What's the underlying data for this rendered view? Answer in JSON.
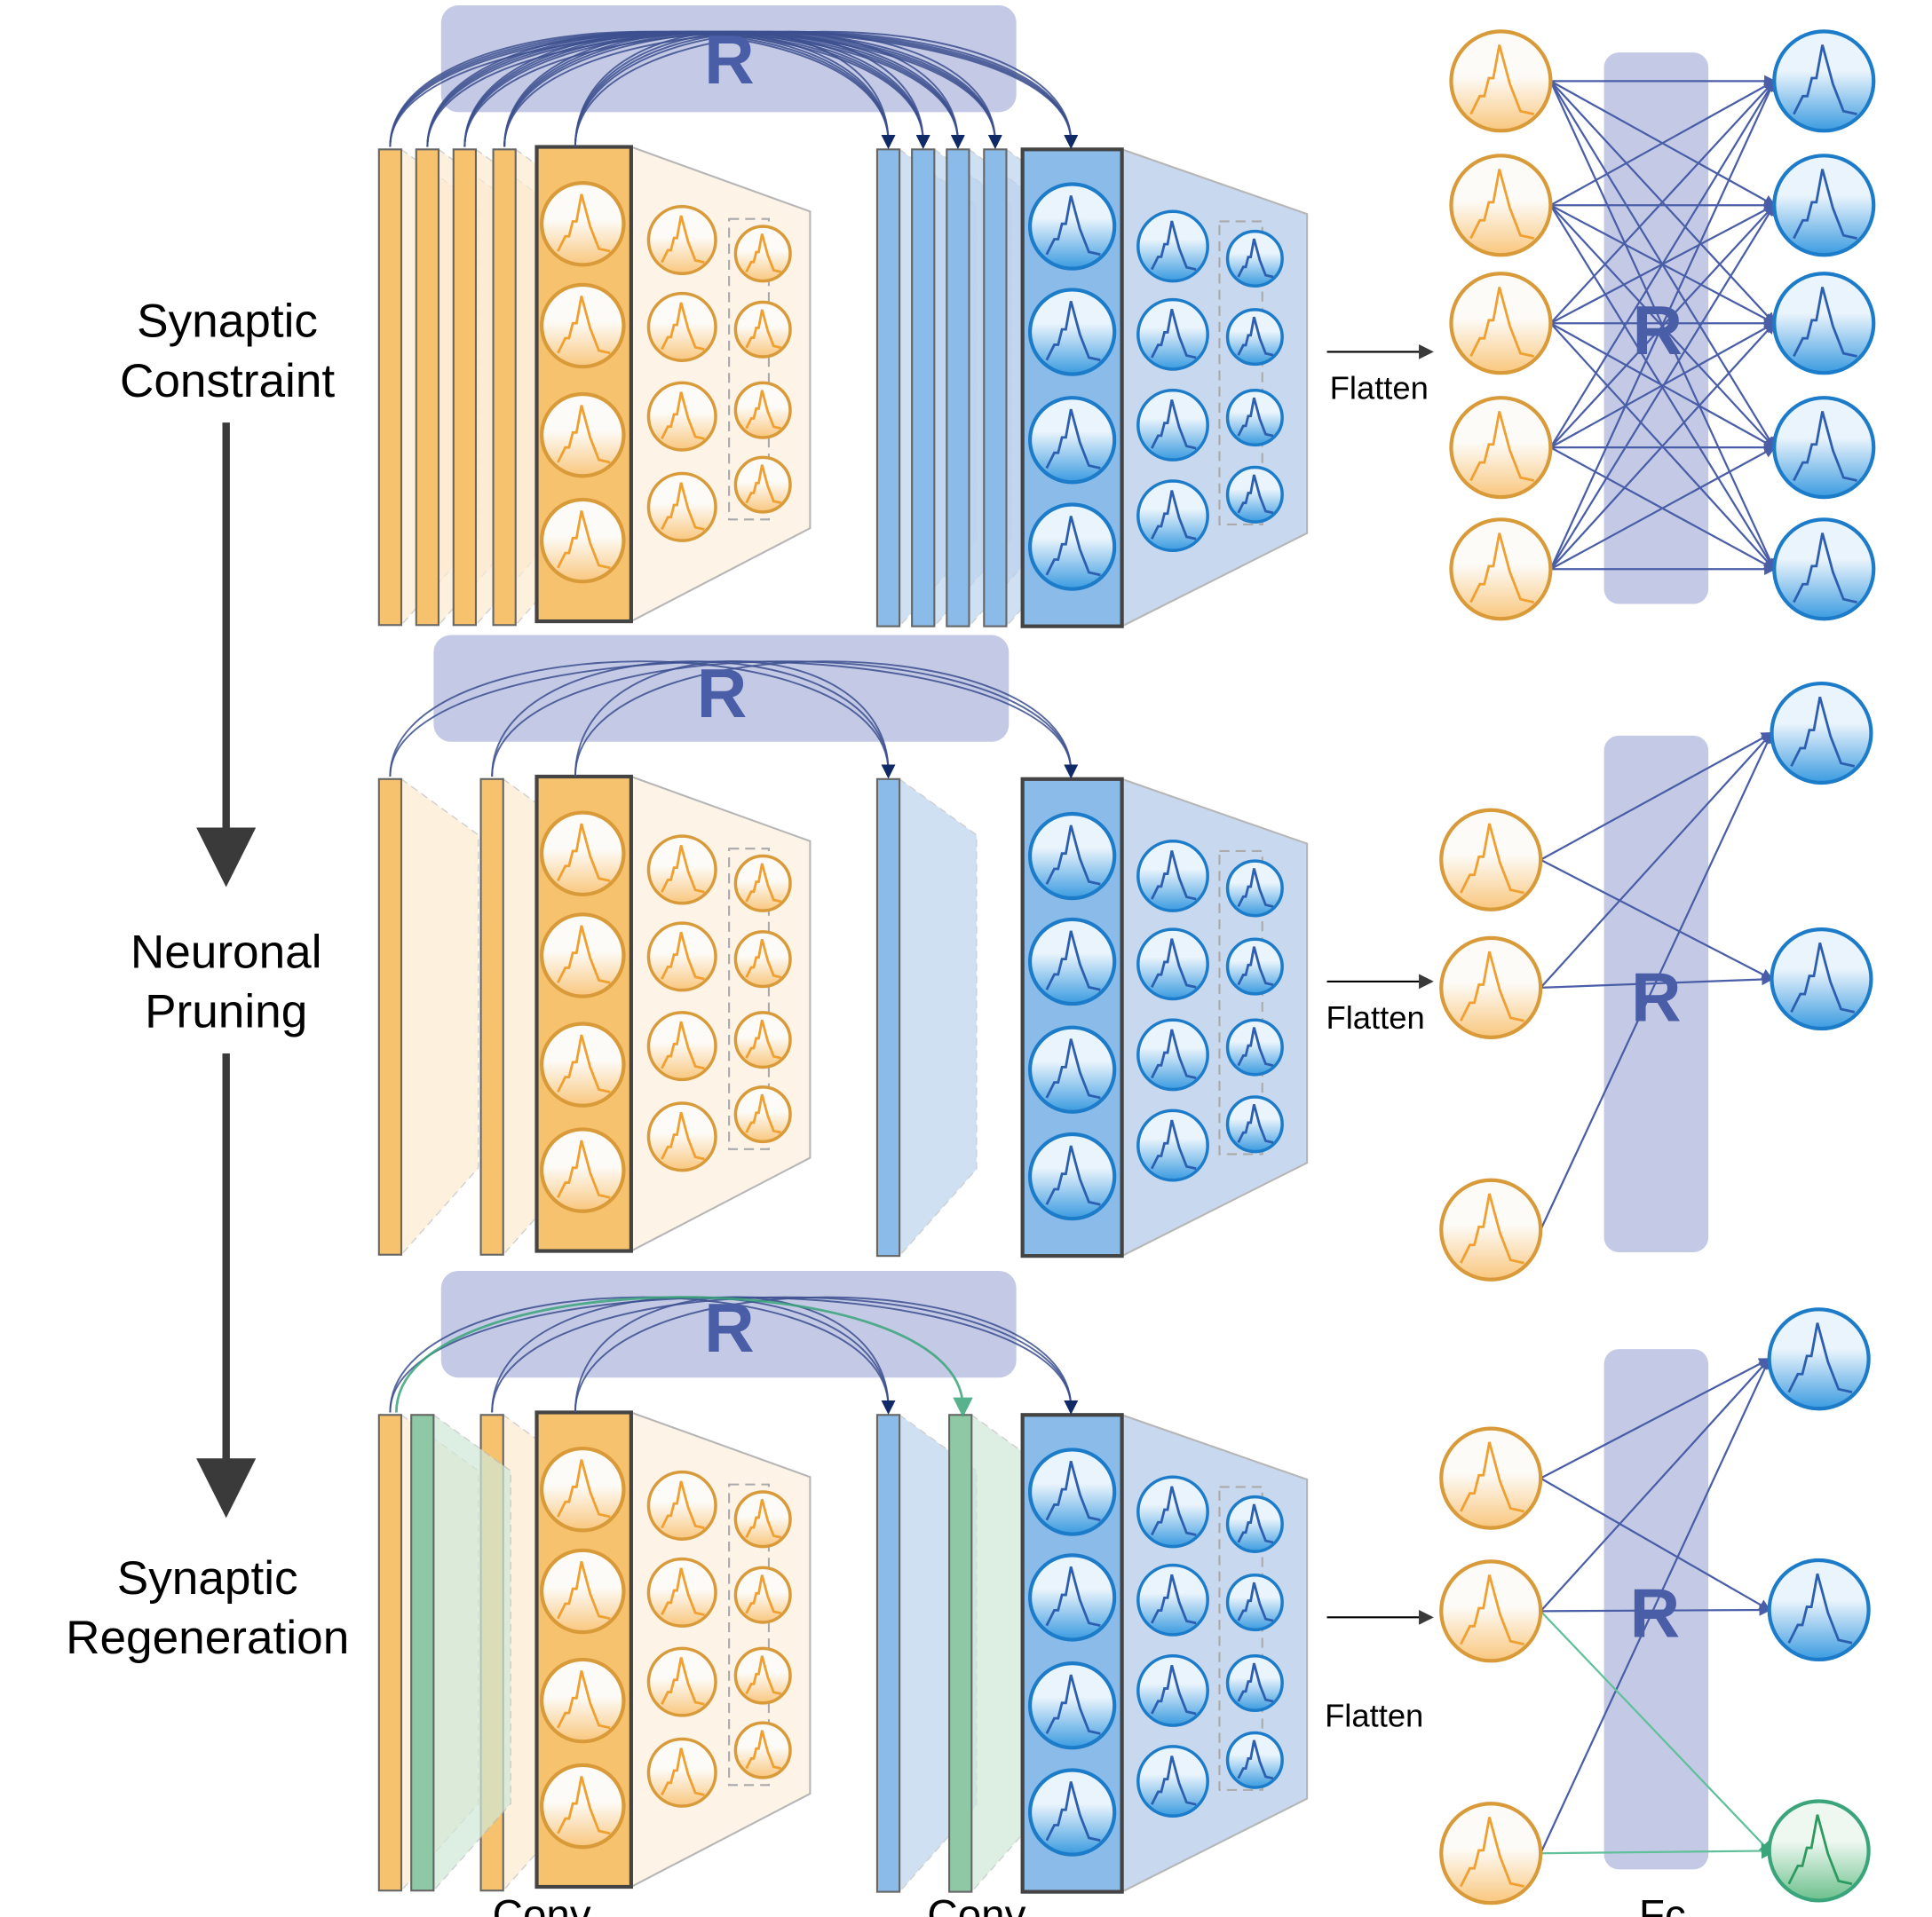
{
  "stages": [
    {
      "label_lines": [
        "Synaptic",
        "Constraint"
      ],
      "r_label": "R",
      "flatten_label": "Flatten",
      "fc_r_label": "R"
    },
    {
      "label_lines": [
        "Neuronal",
        "Pruning"
      ],
      "r_label": "R",
      "flatten_label": "Flatten",
      "fc_r_label": "R"
    },
    {
      "label_lines": [
        "Synaptic",
        "Regeneration"
      ],
      "r_label": "R",
      "flatten_label": "Flatten",
      "fc_r_label": "R"
    }
  ],
  "bottom_labels": {
    "conv1": "Conv",
    "conv2": "Conv",
    "fc": "Fc"
  },
  "colors": {
    "orange": "#f7c26d",
    "blue": "#8bbbe8",
    "green": "#8fc8a4",
    "recurrent_box": "#c4cae6",
    "arrow": "#3a3a3a"
  }
}
